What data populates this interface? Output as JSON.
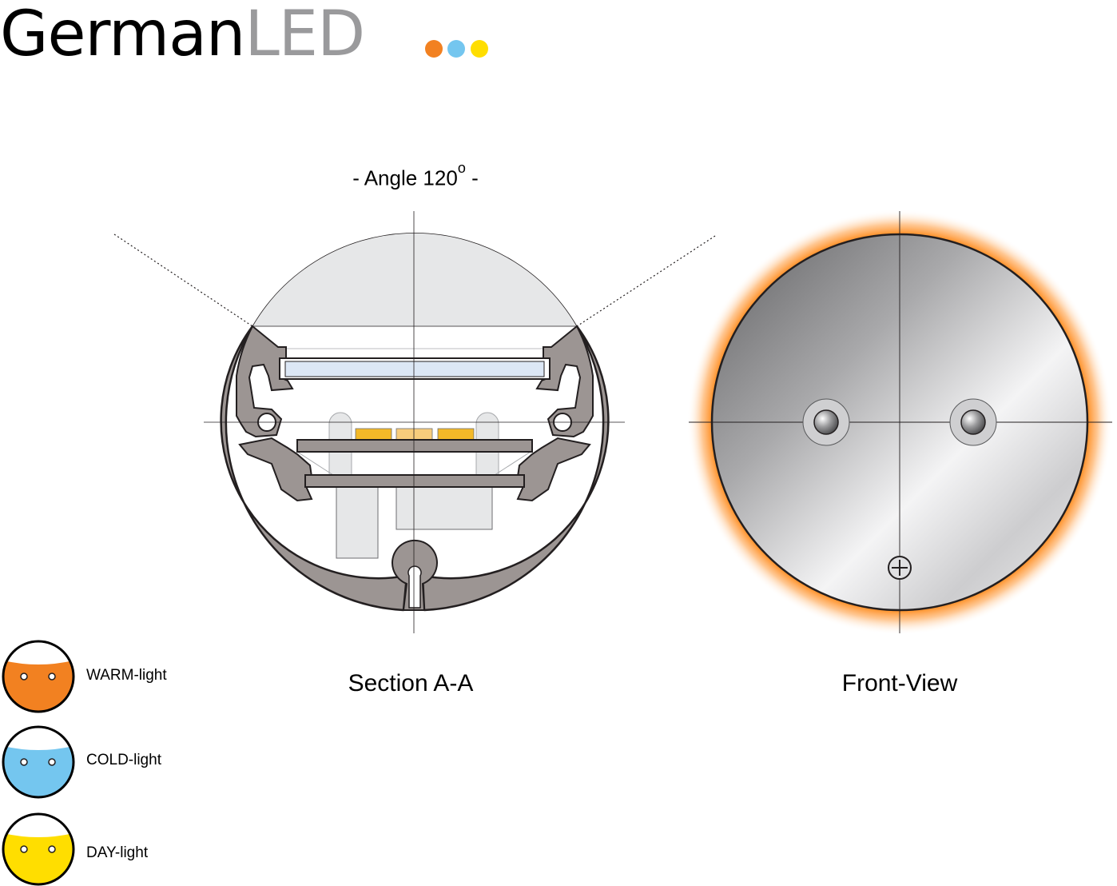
{
  "logo": {
    "part1": "German",
    "part2": "LED"
  },
  "logo_dots": [
    {
      "name": "warm",
      "color": "#f28121"
    },
    {
      "name": "cold",
      "color": "#74c6ef"
    },
    {
      "name": "day",
      "color": "#ffde00"
    }
  ],
  "angle_label": {
    "prefix": "- Angle 120",
    "degree": "o",
    "suffix": " -"
  },
  "captions": {
    "section": "Section A-A",
    "front": "Front-View"
  },
  "legend": [
    {
      "label": "WARM-light",
      "color": "#f28121",
      "icon": "warm-light-icon"
    },
    {
      "label": "COLD-light",
      "color": "#74c6ef",
      "icon": "cold-light-icon"
    },
    {
      "label": "DAY-light",
      "color": "#ffde00",
      "icon": "day-light-icon"
    }
  ],
  "colors": {
    "profile": "#9c9593",
    "diffuser": "#dce7f5",
    "led": "#f4b928",
    "led_center": "#f8cd7c",
    "glow": "#ff8a1a",
    "light_cone": "#e6e7e8"
  }
}
